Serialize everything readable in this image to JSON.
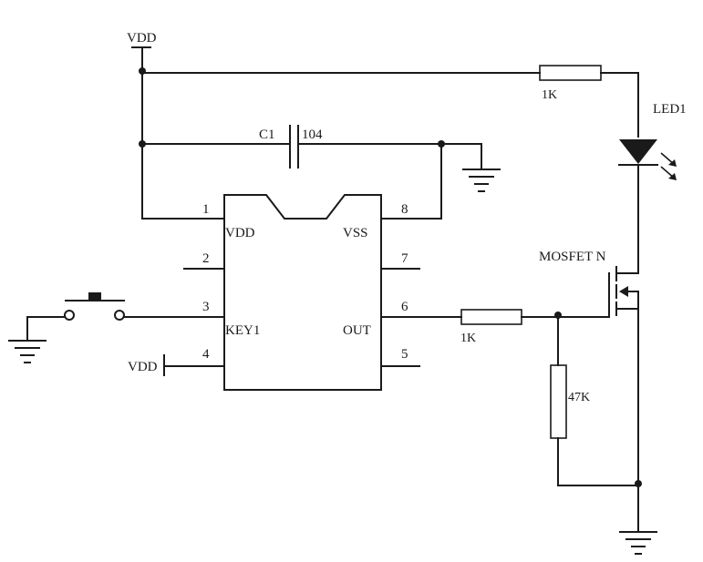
{
  "supply": {
    "top_vdd": "VDD",
    "pin4_vdd": "VDD"
  },
  "capacitor": {
    "ref": "C1",
    "value": "104"
  },
  "ic": {
    "pins": [
      {
        "num": "1",
        "name": "VDD"
      },
      {
        "num": "2",
        "name": ""
      },
      {
        "num": "3",
        "name": "KEY1"
      },
      {
        "num": "4",
        "name": ""
      },
      {
        "num": "5",
        "name": ""
      },
      {
        "num": "6",
        "name": "OUT"
      },
      {
        "num": "7",
        "name": ""
      },
      {
        "num": "8",
        "name": "VSS"
      }
    ]
  },
  "resistors": {
    "led_r": "1K",
    "gate_r": "1K",
    "pulldown_r": "47K"
  },
  "led": {
    "ref": "LED1"
  },
  "mosfet": {
    "label": "MOSFET N"
  }
}
